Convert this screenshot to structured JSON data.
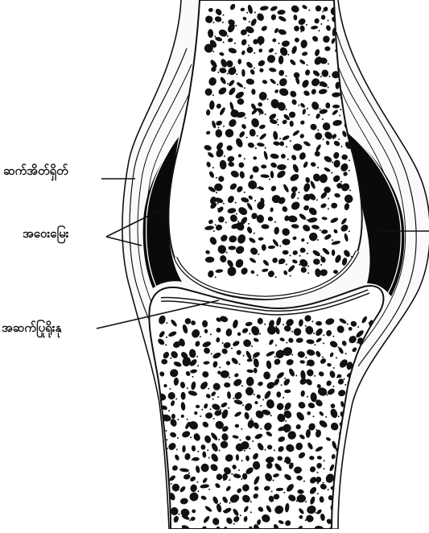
{
  "labels": {
    "joint_capsule": "ဆက်အိတ်ရှိတ်",
    "synovial_membrane": "အဝေးမြေး",
    "articular_cartilage": "အဆက်ပြုရိုးနု"
  },
  "colors": {
    "ink": "#111111",
    "paper": "#ffffff",
    "cavity": "#0a0a0a",
    "capsule_fill": "#f4f4f4"
  }
}
